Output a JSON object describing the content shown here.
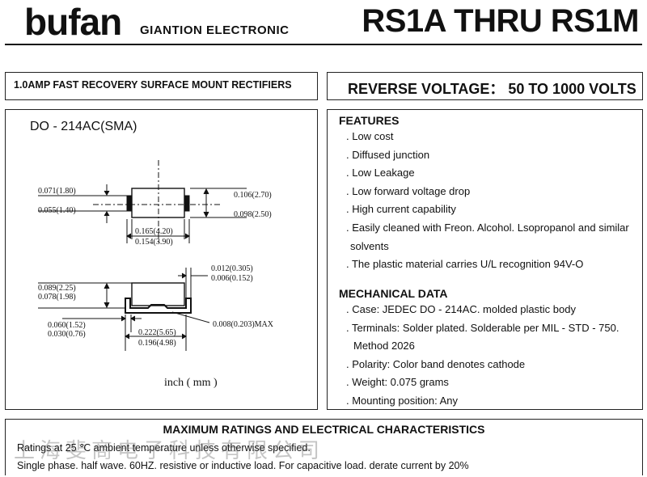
{
  "header": {
    "brand": "bufan",
    "brand_sub": "GIANTION ELECTRONIC",
    "part_title": "RS1A THRU RS1M"
  },
  "subheader": {
    "description": "1.0AMP FAST RECOVERY SURFACE MOUNT RECTIFIERS",
    "reverse_voltage": "REVERSE VOLTAGE： 50 TO 1000 VOLTS"
  },
  "package": {
    "name": "DO - 214AC(SMA)",
    "units": "inch ( mm )",
    "dims": {
      "a_top": "0.071(1.80)",
      "a_bot": "0.055(1.40)",
      "b_top": "0.106(2.70)",
      "b_bot": "0.098(2.50)",
      "c_top": "0.165(4.20)",
      "c_bot": "0.154(3.90)",
      "d_top": "0.012(0.305)",
      "d_bot": "0.006(0.152)",
      "e_top": "0.089(2.25)",
      "e_bot": "0.078(1.98)",
      "f_top": "0.060(1.52)",
      "f_bot": "0.030(0.76)",
      "g": "0.008(0.203)MAX",
      "h_top": "0.222(5.65)",
      "h_bot": "0.196(4.98)"
    }
  },
  "features": {
    "title": "FEATURES",
    "items": [
      ". Low  cost",
      ". Diffused  junction",
      ". Low  Leakage",
      ". Low  forward  voltage  drop",
      ". High  current  capability",
      ". Easily  cleaned  with  Freon.  Alcohol.  Lsopropanol  and  similar",
      "solvents",
      ". The  plastic  material  carries  U/L  recognition  94V-O"
    ]
  },
  "mechanical": {
    "title": "MECHANICAL  DATA",
    "items": [
      ". Case:  JEDEC  DO - 214AC.  molded  plastic body",
      ". Terminals:  Solder  plated.  Solderable  per  MIL - STD - 750.",
      "Method  2026",
      ". Polarity:  Color  band  denotes  cathode",
      ". Weight:  0.075  grams",
      ". Mounting  position:  Any"
    ]
  },
  "ratings": {
    "title": "MAXIMUM  RATINGS  AND  ELECTRICAL  CHARACTERISTICS",
    "line1": "Ratings  at  25 ℃  ambient  temperature  unless  otherwise  specified.",
    "line2": "Single  phase.  half  wave.  60HZ.  resistive  or  inductive  load.  For  capacitive  load.  derate  current  by  20%"
  },
  "watermark": "上海斐商电子科技有限公司"
}
